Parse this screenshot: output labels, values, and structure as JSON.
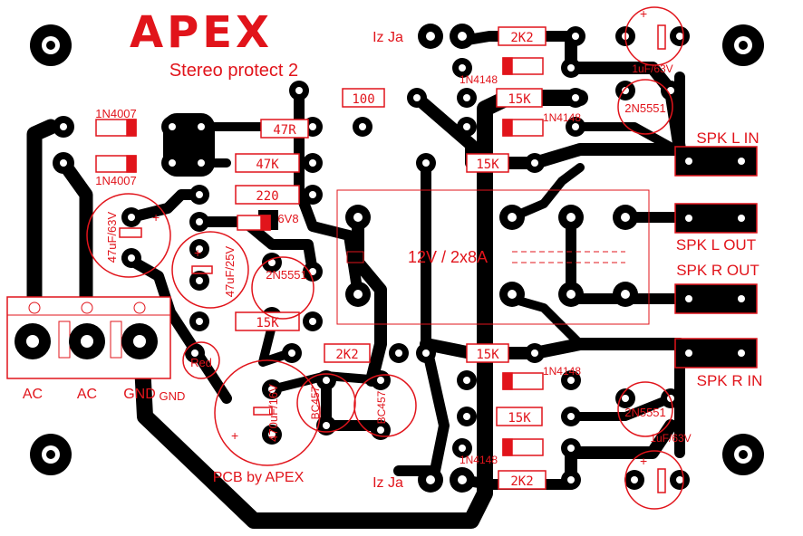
{
  "board": {
    "logo": "APEX",
    "subtitle": "Stereo protect 2",
    "pcb_label": "PCB by APEX",
    "relay": "12V / 2x8A",
    "mirror_top": "Iz Ja",
    "mirror_bot": "Iz Ja"
  },
  "terminals": {
    "left": "AC",
    "mid": "AC",
    "gnd": "GND",
    "gnd_mirror": "GND"
  },
  "speakers": {
    "l_in": "SPK L IN",
    "l_out": "SPK L OUT",
    "r_out": "SPK R OUT",
    "r_in": "SPK R IN"
  },
  "parts": {
    "d1": "1N4007",
    "d2": "1N4007",
    "r47": "47R",
    "r47k": "47K",
    "r220": "220",
    "zener": "6V8",
    "r100": "100",
    "r2k2a": "2K2",
    "r15k_a": "15K",
    "r15k_b": "15K",
    "r15k_c": "15K",
    "r15k_d": "15K",
    "r2k2b": "2K2",
    "r2k2c": "2K2",
    "r15k_left": "15K",
    "d4148_a": "1N4148",
    "d4148_b": "1N4148",
    "d4148_c": "1N4148",
    "d4148_d": "1N4148",
    "c1": "47uF/63V",
    "c2": "47uF/25V",
    "c3": "470uF/16V",
    "c4": "1uF/63V",
    "c5": "1uF/63V",
    "q1": "2N5551",
    "q2": "2N5551",
    "q3": "2N5551",
    "q4": "BC457",
    "q5": "BC457",
    "led": "Red"
  }
}
